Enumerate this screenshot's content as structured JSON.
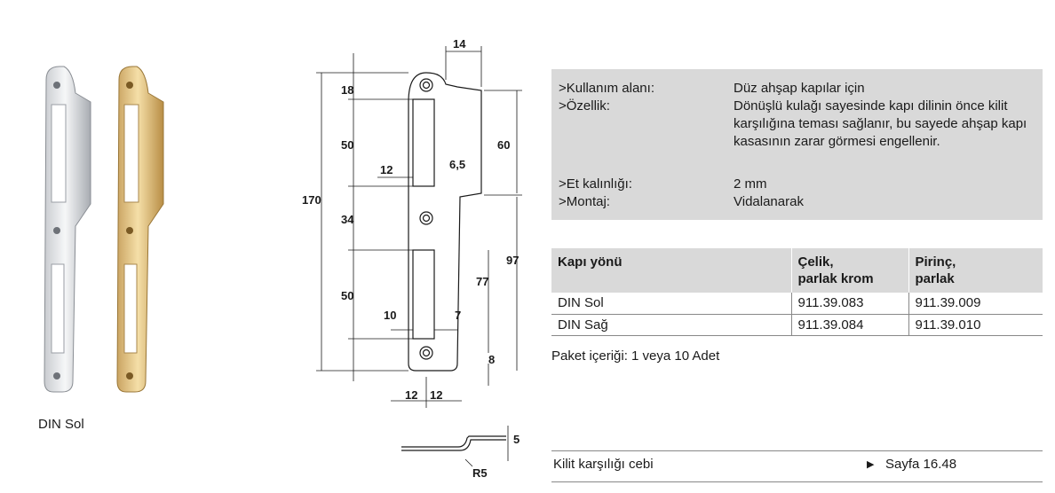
{
  "photo": {
    "caption": "DIN Sol"
  },
  "drawing": {
    "dims": {
      "top_width": "14",
      "offset_top": "18",
      "slot_height": "50",
      "right_upper": "60",
      "total_height": "170",
      "slot_inset": "12",
      "tongue": "6,5",
      "hole_spacing": "34",
      "right_lower": "97",
      "slot_height_lower": "50",
      "lower_pos": "77",
      "lower_inset": "10",
      "lower_right": "7",
      "bottom_offset": "8",
      "half_width_left": "12",
      "half_width_right": "12",
      "thickness": "5",
      "radius": "R5"
    }
  },
  "specs": [
    {
      "label": ">Kullanım alanı:",
      "value": "Düz ahşap kapılar için"
    },
    {
      "label": ">Özellik:",
      "value": "Dönüşlü kulağı sayesinde kapı dilinin önce kilit karşılığına teması sağlanır, bu sayede ahşap kapı kasasının zarar görmesi engellenir."
    },
    {
      "label": ">Et kalınlığı:",
      "value": "2 mm"
    },
    {
      "label": ">Montaj:",
      "value": "Vidalanarak"
    }
  ],
  "table": {
    "headers": [
      "Kapı yönü",
      "Çelik,\nparlak krom",
      "Pirinç,\nparlak"
    ],
    "rows": [
      [
        "DIN Sol",
        "911.39.083",
        "911.39.009"
      ],
      [
        "DIN Sağ",
        "911.39.084",
        "911.39.010"
      ]
    ]
  },
  "pack_note": "Paket içeriği: 1 veya 10 Adet",
  "crossref": {
    "label": "Kilit karşılığı cebi",
    "arrow": "▶",
    "page": "Sayfa 16.48"
  }
}
